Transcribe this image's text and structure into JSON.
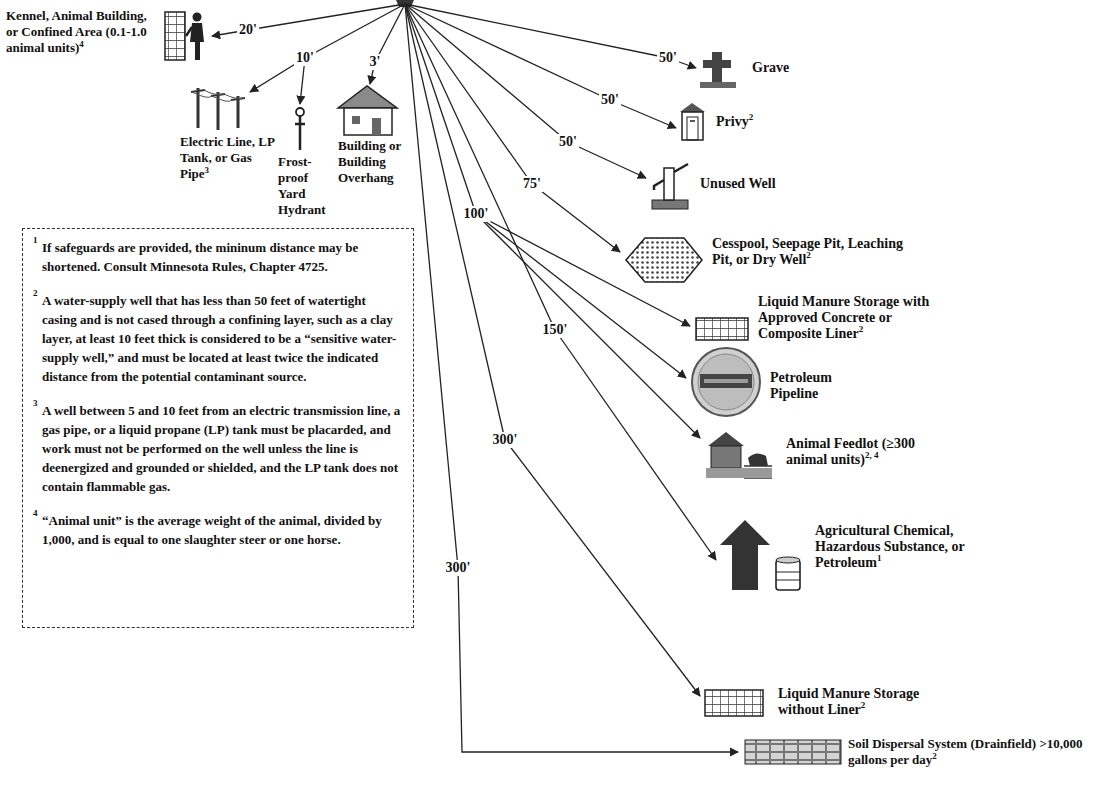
{
  "diagram": {
    "nodes": [
      {
        "text": [
          "1",
          "If safeguards are provided, the mininum distance may be shortened. Consult Minnesota Rules, Chapter 4725.",
          "2",
          "A water-supply well that has less than 50 feet of watertight casing and is not cased through a confining layer, such as a clay layer, at least 10 feet thick is considered to be a “sensitive water-supply well,” and must be located at least twice the indicated distance from the potential contaminant source.",
          "3",
          "A well between 5 and 10 feet from an electric transmission line, a gas pipe, or a liquid propane (LP) tank must be placarded, and work must not be performed on the well unless the line is deenergized and grounded or shielded, and the LP tank does not contain flammable gas.",
          "4",
          "“Animal unit” is the average weight of the animal, divided by 1,000, and is equal to one slaughter steer or one horse."
        ]
      }
    ],
    "labels": [
      "20'",
      "Kennel, Animal Building, or Confined Area (0.1-1.0 animal units)",
      "4",
      "10'",
      "Electric Line, LP Tank, or Gas Pipe",
      "3",
      "Frost- proof Yard Hydrant",
      "3'",
      "Building or Building Overhang",
      "50'",
      "Grave",
      "50'",
      "Privy",
      "2",
      "50'",
      "Unused Well",
      "75'",
      "Cesspool, Seepage Pit, Leaching Pit, or Dry Well",
      "2",
      "100'",
      "Liquid Manure Storage with Approved Concrete or Composite Liner",
      "2",
      "Petroleum Pipeline",
      "150'",
      "Animal Feedlot (≥300 animal units)",
      "2, 4",
      "Agricultural Chemical, Hazardous Substance, or Petroleum",
      "1",
      "300'",
      "Liquid Manure Storage without Liner",
      "2",
      "300'",
      "Soil Dispersal System (Drainfield) >10,000 gallons per day",
      "2"
    ]
  }
}
